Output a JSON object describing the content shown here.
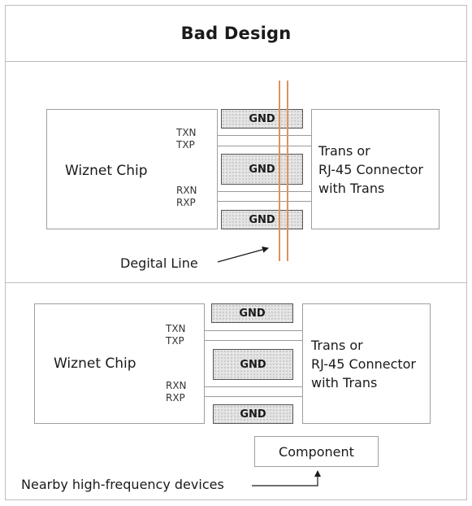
{
  "title": "Bad Design",
  "colors": {
    "frame_border": "#bdbdbd",
    "digital_line": "#e0925a",
    "gnd_fill": "#e3e3e3"
  },
  "top_panel": {
    "chip_label": "Wiznet Chip",
    "pins": {
      "txn": "TXN",
      "txp": "TXP",
      "rxn": "RXN",
      "rxp": "RXP"
    },
    "gnd_labels": [
      "GND",
      "GND",
      "GND"
    ],
    "connector_lines": [
      "Trans or",
      "RJ-45 Connector",
      "with Trans"
    ],
    "annotation": "Degital Line"
  },
  "bottom_panel": {
    "chip_label": "Wiznet Chip",
    "pins": {
      "txn": "TXN",
      "txp": "TXP",
      "rxn": "RXN",
      "rxp": "RXP"
    },
    "gnd_labels": [
      "GND",
      "GND",
      "GND"
    ],
    "connector_lines": [
      "Trans or",
      "RJ-45 Connector",
      "with Trans"
    ],
    "component_label": "Component",
    "annotation": "Nearby high-frequency devices"
  }
}
